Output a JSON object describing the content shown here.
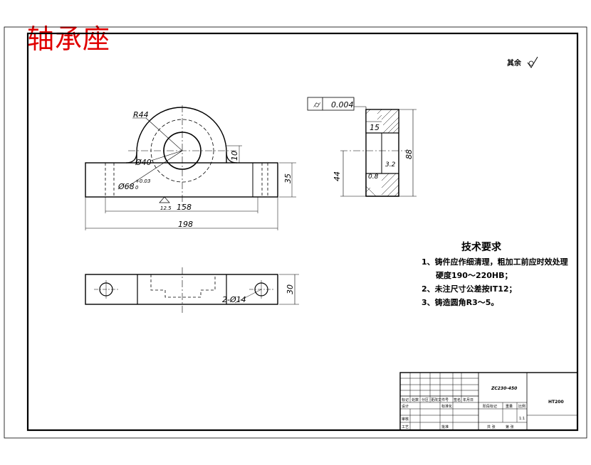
{
  "drawing": {
    "title": "轴承座",
    "surface_note": "其余",
    "front_view": {
      "radius_label": "R44",
      "bore_label": "Ø40",
      "fit_label_main": "Ø68",
      "fit_upper": "+0.03",
      "fit_lower": "0",
      "height_label": "35",
      "lip_label": "10",
      "inner_span_label": "158",
      "overall_label": "198",
      "roughness_label": "12.5"
    },
    "side_view": {
      "tolerance_symbol": "⌭",
      "tolerance_value": "0.004",
      "top_label": "15",
      "height_label": "88",
      "center_label": "44",
      "roughness_small": "0.8",
      "roughness_right": "3.2"
    },
    "top_view": {
      "hole_label": "2-Ø14",
      "depth_label": "30"
    },
    "requirements": {
      "heading": "技术要求",
      "items": [
        "1、铸件应作细清理，粗加工前应时效处理",
        "硬度190～220HB；",
        "2、未注尺寸公差按IT12；",
        "3、铸造圆角R3～5。"
      ]
    },
    "title_block": {
      "drawing_no": "ZC230-450",
      "material": "HT200",
      "labels": [
        "标记",
        "处数",
        "分区",
        "更改文件号",
        "签名",
        "年月日"
      ],
      "row2": [
        "设计",
        "标准化"
      ],
      "row3": [
        "审核"
      ],
      "row4": [
        "工艺",
        "批准"
      ],
      "stage_labels": [
        "阶段标记",
        "重量",
        "比例"
      ],
      "scale": "1:1",
      "sheet_info": [
        "共 张",
        "第 张"
      ]
    }
  }
}
